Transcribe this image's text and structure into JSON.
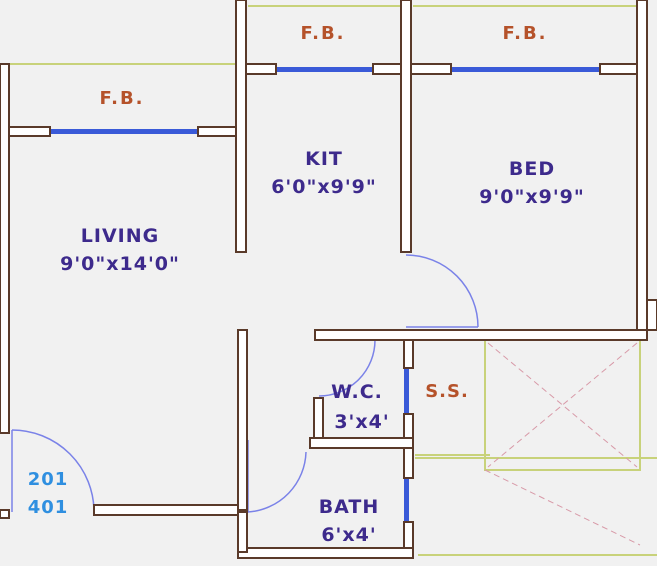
{
  "rooms": {
    "living": {
      "name": "LIVING",
      "size": "9'0\"x14'0\""
    },
    "kit": {
      "name": "KIT",
      "size": "6'0\"x9'9\""
    },
    "bed": {
      "name": "BED",
      "size": "9'0\"x9'9\""
    },
    "wc": {
      "name": "W.C.",
      "size": "3'x4'"
    },
    "bath": {
      "name": "BATH",
      "size": "6'x4'"
    }
  },
  "labels": {
    "fb": "F.B.",
    "ss": "S.S."
  },
  "unit_numbers": [
    "201",
    "401"
  ],
  "colors": {
    "wall_fill": "#ffffff",
    "wall_stroke": "#5a3a2a",
    "window": "#3a5ad8",
    "door": "#7a82e8",
    "balcony_line": "#c8d27a",
    "room_text": "#3d2a8c",
    "fb_text": "#b5522a",
    "unit_text": "#2f8fe0",
    "duct_cross": "#d89aa8"
  }
}
